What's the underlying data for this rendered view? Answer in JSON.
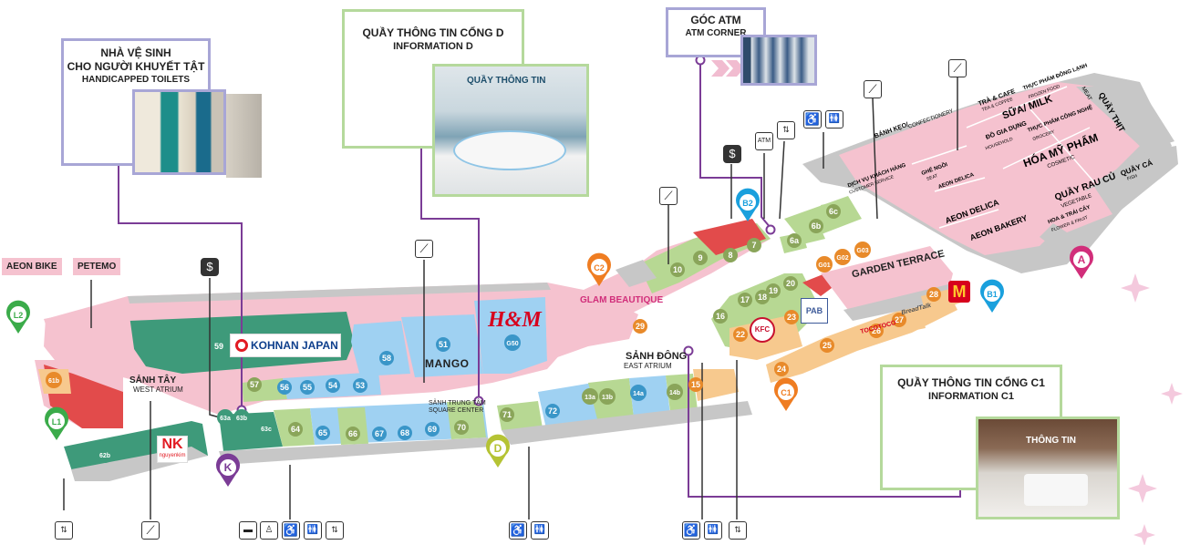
{
  "callouts": {
    "toilets": {
      "line1": "NHÀ VỆ SINH",
      "line2": "CHO NGƯỜI KHUYẾT TẬT",
      "line3": "HANDICAPPED TOILETS"
    },
    "info_d": {
      "line1": "QUẦY THÔNG TIN CỔNG D",
      "line2": "INFORMATION D"
    },
    "atm": {
      "line1": "GÓC ATM",
      "line2": "ATM CORNER"
    },
    "info_c1": {
      "line1": "QUẦY THÔNG TIN CỔNG C1",
      "line2": "INFORMATION C1"
    }
  },
  "photo_signs": {
    "info_d_sign": "QUẦY THÔNG TIN",
    "info_c1_sign": "THÔNG TIN"
  },
  "anchors": {
    "aeon_bike": "AEON BIKE",
    "petemo": "PETEMO",
    "kohnan": "KOHNAN JAPAN",
    "mango": "MANGO",
    "hm": "H&M",
    "glam": "GLAM BEAUTIQUE",
    "garden": "GARDEN TERRACE",
    "nk": "NK",
    "nk_sub": "nguyenkim"
  },
  "atriums": {
    "west_vi": "SẢNH TÂY",
    "west_en": "WEST ATRIUM",
    "east_vi": "SẢNH ĐÔNG",
    "east_en": "EAST ATRIUM",
    "square_vi": "SẢNH TRUNG TÂM",
    "square_en": "SQUARE CENTER"
  },
  "supermarket": {
    "tea_vi": "TRÀ & CAFE",
    "tea_en": "TEA & COFFEE",
    "frozen_vi": "THỰC PHẨM ĐÔNG LẠNH",
    "frozen_en": "FROZEN FOOD",
    "milk": "SỮA/ MILK",
    "meat_vi": "QUẦY THỊT",
    "meat_en": "MEAT",
    "household_vi": "ĐỒ GIA DỤNG",
    "household_en": "HOUSEHOLD",
    "grocery_vi": "THỰC PHẨM CÔNG NGHỆ",
    "grocery_en": "GROCERY",
    "confect_vi": "BÁNH KẸO/",
    "confect_en": "CONFECTIONERY",
    "cosmetic_vi": "HÓA MỸ PHẨM",
    "cosmetic_en": "COSMETIC",
    "customer_vi": "DỊCH VỤ KHÁCH HÀNG",
    "customer_en": "CUSTOMER SERVICE",
    "seat_vi": "GHẾ NGỒI",
    "seat_en": "SEAT",
    "aeon_delica_small": "AEON DELICA",
    "aeon_delica": "AEON DELICA",
    "aeon_bakery": "AEON BAKERY",
    "vegetable_vi": "QUẦY RAU CỦ",
    "vegetable_en": "VEGETABLE",
    "fish_vi": "QUẦY CÁ",
    "fish_en": "FISH",
    "flower_vi": "HOA & TRÁI CÂY",
    "flower_en": "FLOWER & FRUIT"
  },
  "gates": [
    {
      "label": "A",
      "color": "#d12e7a"
    },
    {
      "label": "B1",
      "color": "#1aa0dd"
    },
    {
      "label": "B2",
      "color": "#1aa0dd"
    },
    {
      "label": "C1",
      "color": "#ef7d22"
    },
    {
      "label": "C2",
      "color": "#ef7d22"
    },
    {
      "label": "D",
      "color": "#b5c334"
    },
    {
      "label": "K",
      "color": "#7b3c96"
    },
    {
      "label": "L1",
      "color": "#3bab4a"
    },
    {
      "label": "L2",
      "color": "#3bab4a"
    }
  ],
  "stores": [
    {
      "id": "59",
      "color": "#3e9a7a"
    },
    {
      "id": "58",
      "color": "#3a96c8"
    },
    {
      "id": "51",
      "color": "#3a96c8"
    },
    {
      "id": "G50",
      "color": "#3a96c8"
    },
    {
      "id": "57",
      "color": "#8aa55a"
    },
    {
      "id": "56",
      "color": "#3a96c8"
    },
    {
      "id": "55",
      "color": "#3a96c8"
    },
    {
      "id": "54",
      "color": "#3a96c8"
    },
    {
      "id": "53",
      "color": "#3a96c8"
    },
    {
      "id": "63a",
      "color": "#3e9a7a"
    },
    {
      "id": "63b",
      "color": "#3e9a7a"
    },
    {
      "id": "63c",
      "color": "#3e9a7a"
    },
    {
      "id": "64",
      "color": "#8aa55a"
    },
    {
      "id": "65",
      "color": "#3a96c8"
    },
    {
      "id": "66",
      "color": "#8aa55a"
    },
    {
      "id": "67",
      "color": "#3a96c8"
    },
    {
      "id": "68",
      "color": "#3a96c8"
    },
    {
      "id": "69",
      "color": "#3a96c8"
    },
    {
      "id": "70",
      "color": "#8aa55a"
    },
    {
      "id": "71",
      "color": "#8aa55a"
    },
    {
      "id": "72",
      "color": "#3a96c8"
    },
    {
      "id": "13a",
      "color": "#8aa55a"
    },
    {
      "id": "13b",
      "color": "#8aa55a"
    },
    {
      "id": "14a",
      "color": "#3a96c8"
    },
    {
      "id": "14b",
      "color": "#8aa55a"
    },
    {
      "id": "15",
      "color": "#e88a2a"
    },
    {
      "id": "10",
      "color": "#8aa55a"
    },
    {
      "id": "9",
      "color": "#8aa55a"
    },
    {
      "id": "8",
      "color": "#8aa55a"
    },
    {
      "id": "7",
      "color": "#8aa55a"
    },
    {
      "id": "20",
      "color": "#8aa55a"
    },
    {
      "id": "19",
      "color": "#8aa55a"
    },
    {
      "id": "18",
      "color": "#8aa55a"
    },
    {
      "id": "17",
      "color": "#8aa55a"
    },
    {
      "id": "16",
      "color": "#8aa55a"
    },
    {
      "id": "22",
      "color": "#e88a2a"
    },
    {
      "id": "23",
      "color": "#e88a2a"
    },
    {
      "id": "24",
      "color": "#e88a2a"
    },
    {
      "id": "25",
      "color": "#e88a2a"
    },
    {
      "id": "26",
      "color": "#e88a2a"
    },
    {
      "id": "27",
      "color": "#e88a2a"
    },
    {
      "id": "28",
      "color": "#e88a2a"
    },
    {
      "id": "29",
      "color": "#e88a2a"
    },
    {
      "id": "6a",
      "color": "#8aa55a"
    },
    {
      "id": "6b",
      "color": "#8aa55a"
    },
    {
      "id": "6c",
      "color": "#8aa55a"
    },
    {
      "id": "61b",
      "color": "#e88a2a"
    },
    {
      "id": "62b",
      "color": "#3e9a7a"
    },
    {
      "id": "G01",
      "color": "#e88a2a"
    },
    {
      "id": "G02",
      "color": "#e88a2a"
    },
    {
      "id": "G03",
      "color": "#e88a2a"
    }
  ],
  "brand_marks": {
    "mcd": "M",
    "kfc": "KFC",
    "tocotoco": "TOCOTOCO",
    "breadtalk": "BreadTalk",
    "pab": "PAB"
  },
  "colors": {
    "pink": "#f5c2cf",
    "teal": "#3e9a7a",
    "blue": "#9fd1f2",
    "green": "#b7d893",
    "orange": "#f7c98e",
    "red": "#e24b4b",
    "grey": "#c7c7c7",
    "purple": "#7b3c96",
    "lavender": "#a8a6d6",
    "callout_green": "#b5d99c"
  }
}
